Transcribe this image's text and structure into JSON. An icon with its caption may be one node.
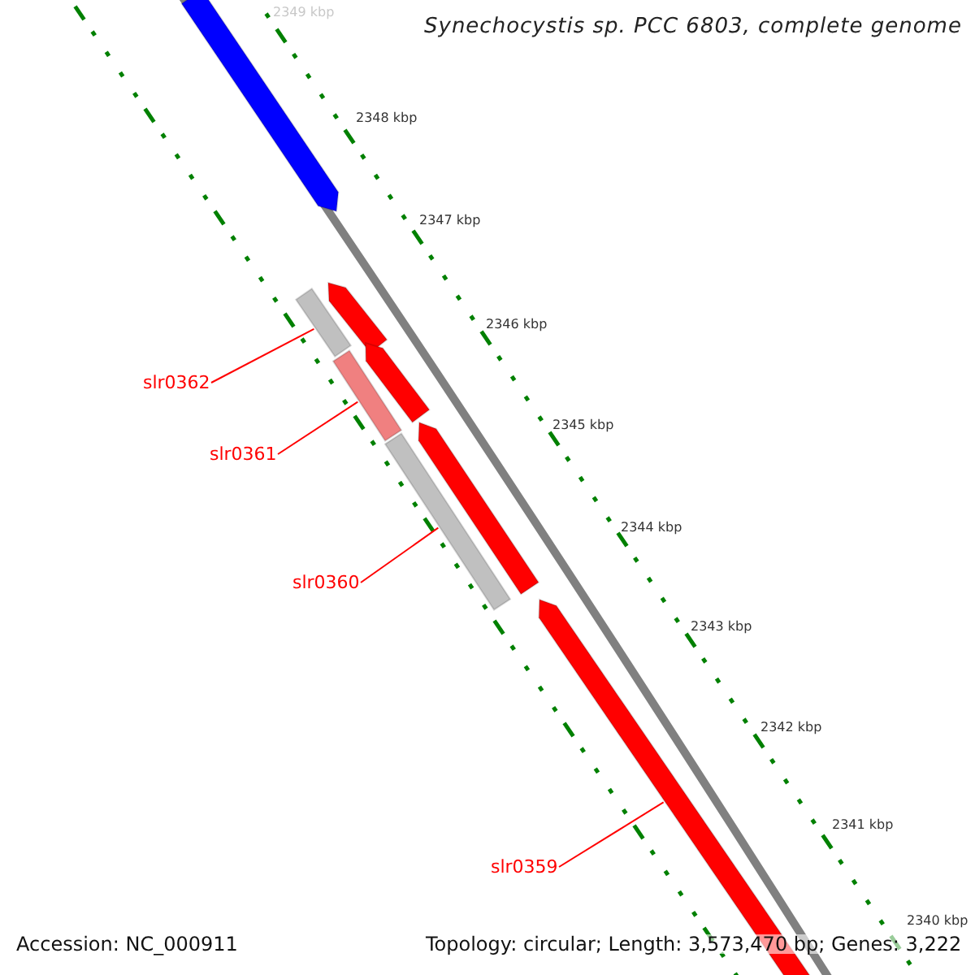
{
  "diagram": {
    "title": "Synechocystis sp. PCC 6803, complete genome",
    "nodes": [
      {
        "text": [
          "slr0362"
        ]
      },
      {
        "text": [],
        "shape": "bar"
      },
      {
        "text": [
          "slr0361"
        ]
      },
      {
        "text": [],
        "shape": "bar"
      },
      {
        "text": [
          "slr0360"
        ]
      },
      {
        "text": [],
        "shape": "bar"
      },
      {
        "text": [
          "slr0359"
        ]
      },
      {
        "text": [],
        "shape": "bar"
      }
    ],
    "edges": [
      {
        "from": 0,
        "to": 1,
        "arrow": "none"
      },
      {
        "from": 2,
        "to": 3,
        "arrow": "none"
      },
      {
        "from": 4,
        "to": 5,
        "arrow": "none"
      },
      {
        "from": 6,
        "to": 7,
        "arrow": "none"
      }
    ],
    "labels": [
      "2349 kbp",
      "2348 kbp",
      "2347 kbp",
      "2346 kbp",
      "2345 kbp",
      "2344 kbp",
      "2343 kbp",
      "2342 kbp",
      "2341 kbp",
      "2340 kbp",
      "Accession: NC_000911",
      "Topology: circular; Length: 3,573,470 bp; Genes: 3,222"
    ]
  }
}
